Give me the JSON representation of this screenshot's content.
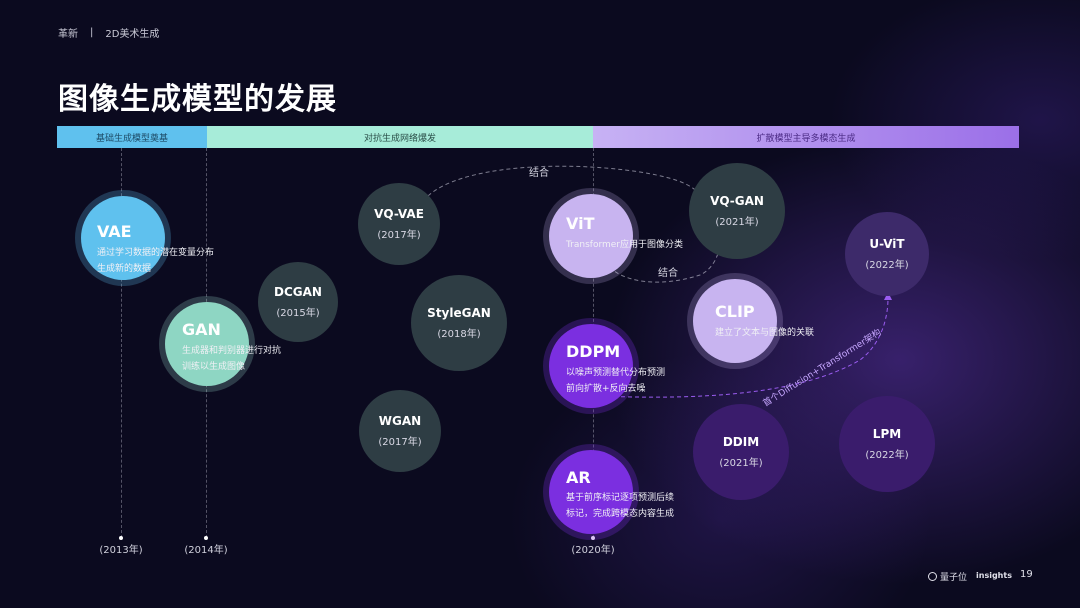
{
  "breadcrumb": {
    "section": "革新",
    "separator": "|",
    "topic": "2D美术生成"
  },
  "title": "图像生成模型的发展",
  "phases": [
    {
      "label": "基础生成模型奠基",
      "color": "#5fc1ee"
    },
    {
      "label": "对抗生成网络爆发",
      "color": "#a7ecd9"
    },
    {
      "label": "扩散模型主导多模态生成",
      "color": "#b896f0"
    }
  ],
  "years": {
    "y2013": "(2013年)",
    "y2014": "(2014年)",
    "y2020": "(2020年)"
  },
  "models": {
    "vae": {
      "name": "VAE",
      "desc1": "通过学习数据的潜在变量分布",
      "desc2": "生成新的数据"
    },
    "gan": {
      "name": "GAN",
      "desc1": "生成器和判别器进行对抗",
      "desc2": "训练以生成图像"
    },
    "dcgan": {
      "name": "DCGAN",
      "year": "(2015年)"
    },
    "vqvae": {
      "name": "VQ-VAE",
      "year": "(2017年)"
    },
    "stylegan": {
      "name": "StyleGAN",
      "year": "(2018年)"
    },
    "wgan": {
      "name": "WGAN",
      "year": "(2017年)"
    },
    "vit": {
      "name": "ViT",
      "desc1": "Transformer应用于图像分类"
    },
    "ddpm": {
      "name": "DDPM",
      "desc1": "以噪声预测替代分布预测",
      "desc2": "前向扩散+反向去噪"
    },
    "ar": {
      "name": "AR",
      "desc1": "基于前序标记逐项预测后续",
      "desc2": "标记，完成跨模态内容生成"
    },
    "vqgan": {
      "name": "VQ-GAN",
      "year": "(2021年)"
    },
    "clip": {
      "name": "CLIP",
      "desc1": "建立了文本与图像的关联"
    },
    "uvit": {
      "name": "U-ViT",
      "year": "(2022年)"
    },
    "ddim": {
      "name": "DDIM",
      "year": "(2021年)"
    },
    "lpm": {
      "name": "LPM",
      "year": "(2022年)"
    }
  },
  "links": {
    "combine_top": "结合",
    "combine_mid": "结合",
    "diffusion_note": "首个Diffusion+Transformer架构"
  },
  "footer": {
    "brand": "量子位",
    "insights": "insights",
    "page": "19"
  },
  "colors": {
    "background": "#0b0a1f",
    "blue": "#5fc1ee",
    "mint": "#a7ecd9",
    "purple": "#7b2fe0",
    "lavender": "#c8b4f0"
  },
  "icons": {
    "brand": "quantum-bit-logo-icon"
  }
}
